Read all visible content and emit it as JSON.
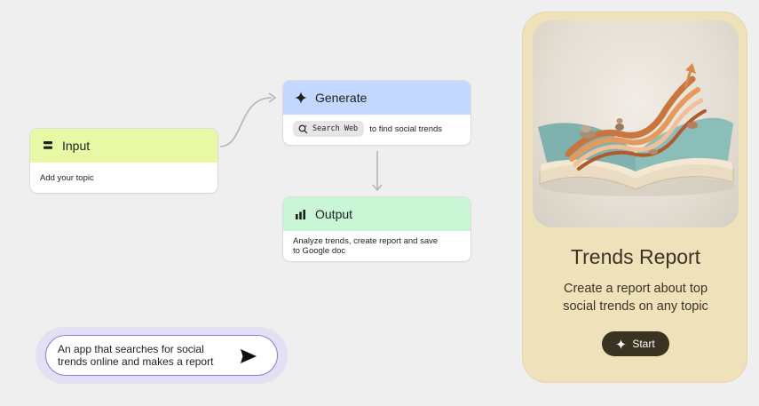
{
  "nodes": {
    "input": {
      "title": "Input",
      "description": "Add your topic",
      "header_color": "#e8f9a5"
    },
    "generate": {
      "title": "Generate",
      "tool_label": "Search Web",
      "description": "to find social trends",
      "header_color": "#c4d7ff"
    },
    "output": {
      "title": "Output",
      "description_line1": "Analyze trends, create report and save",
      "description_line2": "to Google doc",
      "header_color": "#c9f7d5"
    }
  },
  "prompt": {
    "text_line1": "An app that searches for social",
    "text_line2": "trends online and makes a report",
    "send_icon": "send-icon"
  },
  "app_card": {
    "title": "Trends Report",
    "subtitle": "Create a report about top social trends on any topic",
    "start_label": "Start",
    "background": "#efe1ba",
    "button_color": "#3a3322"
  }
}
